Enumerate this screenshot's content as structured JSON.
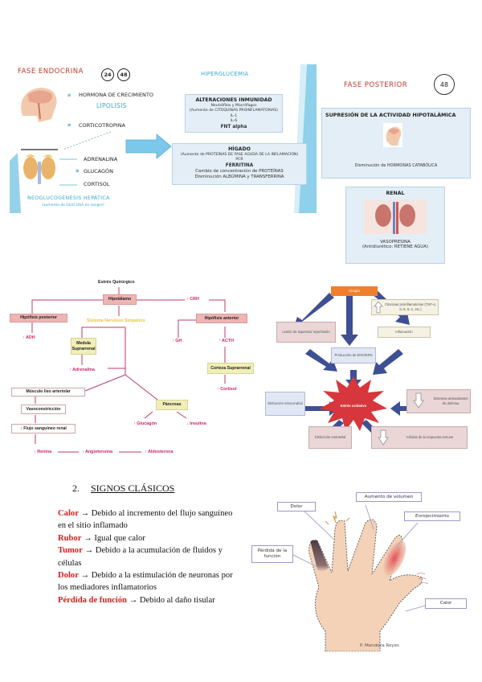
{
  "slide": {
    "fase_endocrina": {
      "title": "FASE ENDOCRINA",
      "clock_labels": [
        "24",
        "48"
      ],
      "bullets": [
        "HORMONA DE CRECIMIENTO",
        "CORTICOTROPINA"
      ],
      "lipolisis": "LIPOLISIS",
      "adrenal_outputs": [
        "ADRENALINA",
        "GLUCAGÓN",
        "CORTISOL"
      ],
      "neoglucogenesis": "NEOGLUCOGÉNESIS HEPÁTICA",
      "neoglucogenesis_sub": "(aumento de GLUCOSA en sangre)"
    },
    "hiperglucemia": "HIPERGLUCEMIA",
    "inmunidad_box": {
      "title": "ALTERACIONES INMUNIDAD",
      "lines": [
        "Neutrófilos y Macrófagos",
        "(Aumento de CITOQUINAS PROINFLAMATORIAS)",
        "IL-1",
        "IL-6",
        "FNT alpha"
      ]
    },
    "higado_box": {
      "title": "HÍGADO",
      "lines": [
        "(Aumento de PROTEÍNAS DE FASE AGUDA DE LA INFLAMACIÓN)",
        "PCR",
        "FERRITINA",
        "Cambio de concentración de PROTEÍNAS",
        "Disminución ALBÚMINA y TRANSFERRINA"
      ]
    },
    "fase_posterior": {
      "title": "FASE POSTERIOR",
      "clock_label": "48",
      "supresion_box": {
        "title": "SUPRESIÓN DE LA ACTIVIDAD HIPOTALÁMICA",
        "caption": "Disminución de HORMONAS CATABÓLICA"
      },
      "renal_box": {
        "title": "RENAL",
        "line1": "VASOPRESINA",
        "line2": "(Antidiurético: RETIENE AGUA)"
      }
    }
  },
  "flowchart": {
    "estres": "Estrés Quirúrgico",
    "hipotalamo": "Hipotálamo",
    "crh": "↑ CRH",
    "hipofisis_posterior": "Hipófisis posterior",
    "adh": "↑ ADH",
    "snc_simpatico": "Sistema Nervioso Simpático",
    "medula": "Medula Suprarrenal",
    "adrenalina": "↑ Adrenalina",
    "hipofisis_anterior": "Hipófisis anterior",
    "gh": "↑ GH",
    "acth": "↑ ACTH",
    "corteza": "Corteza Suprarrenal",
    "cortisol": "↑ Cortisol",
    "musculo": "Músculo liso arteriolar",
    "vasoconstriccion": "Vasoconstricción",
    "flujo": "↓ Flujo sanguíneo renal",
    "pancreas": "Páncreas",
    "glucagon": "↑ Glucagón",
    "insulina": "↓ Insulina",
    "renina": "↑ Renina",
    "angiotensina": "↑ Angiotensina",
    "aldosterona": "↑ Aldosterona"
  },
  "oxidative": {
    "cirugia": "Cirugía",
    "citocinas": "Citocinas proinflamatorias (TNF-α, IL-6, IL-1, etc.)",
    "lesion": "Lesión de isquemia/ reperfusión",
    "inflamacion": "Inflamación",
    "produccion": "Producción de ERO/ERN",
    "estres": "Estrés oxidativo",
    "mitocondrial": "Disfunción mitocondrial",
    "antioxidantes": "Sistemas antioxidantes de defensa",
    "endotelial": "Disfunción endotelial",
    "inmune": "Células de la respuesta inmune"
  },
  "signs": {
    "heading_number": "2.",
    "heading": "SIGNOS CLÁSICOS",
    "items": [
      {
        "term": "Calor",
        "text": " → Debido al incremento del flujo sanguíneo en el sitio inflamado"
      },
      {
        "term": "Rubor",
        "text": " → Igual que calor"
      },
      {
        "term": "Tumor",
        "text": " → Debido a la acumulación de fluidos y células"
      },
      {
        "term": "Dolor",
        "text": " → Debido a la estimulación de neuronas por los mediadores inflamatorios"
      },
      {
        "term": "Pérdida de función",
        "text": " → Debido al daño tisular"
      }
    ]
  },
  "hand": {
    "dolor": "Dolor",
    "aumento": "Aumento de volumen",
    "enrojecimiento": "Enrojecimiento",
    "perdida": "Pérdida de la función",
    "calor": "Calor",
    "footer": "P. Mendoza Reyes"
  }
}
